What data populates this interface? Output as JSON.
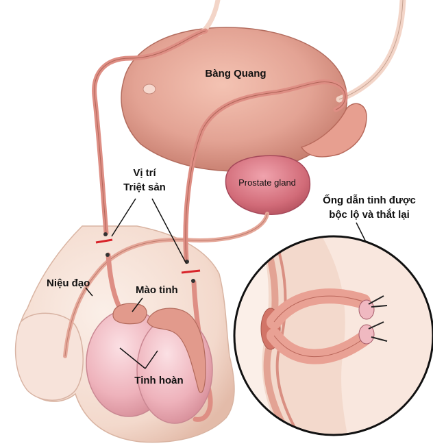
{
  "labels": {
    "bladder": "Bàng Quang",
    "prostate": "Prostate gland",
    "vasectomy_site_line1": "Vị trí",
    "vasectomy_site_line2": "Triệt sản",
    "urethra": "Niệu đạo",
    "epididymis": "Mào tinh",
    "testicles": "Tinh hoàn",
    "inset_line1": "Ống dẫn tinh được",
    "inset_line2": "bộc lộ và thắt lại"
  },
  "colors": {
    "skin": "#f6e1d6",
    "skin_shadow": "#e9c7b6",
    "organ": "#e3a394",
    "organ_dark": "#c97668",
    "testis": "#f0b9c1",
    "prostate": "#d9737f",
    "duct": "#de8e84",
    "cut_mark": "#d8232a",
    "outline": "#222222"
  }
}
